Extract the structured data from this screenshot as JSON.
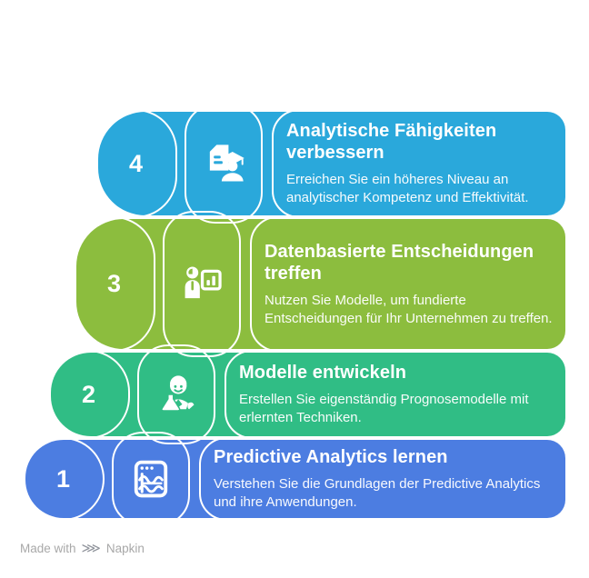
{
  "steps": [
    {
      "number": "4",
      "title": "Analytische Fähigkeiten verbessern",
      "description": "Erreichen Sie ein höheres Niveau an analytischer Kompetenz und Effektivität.",
      "color": "#2AA8DB",
      "icon": "education-document-icon"
    },
    {
      "number": "3",
      "title": "Datenbasierte Entscheidungen treffen",
      "description": "Nutzen Sie Modelle, um fundierte Entscheidungen für Ihr Unternehmen zu treffen.",
      "color": "#8CBD3E",
      "icon": "presenter-chart-icon"
    },
    {
      "number": "2",
      "title": "Modelle entwickeln",
      "description": "Erstellen Sie eigenständig Prognosemodelle mit erlernten Techniken.",
      "color": "#30BD85",
      "icon": "scientist-flask-icon"
    },
    {
      "number": "1",
      "title": "Predictive Analytics lernen",
      "description": "Verstehen Sie die Grundlagen der Predictive Analytics und ihre Anwendungen.",
      "color": "#4C7DE1",
      "icon": "analytics-window-icon"
    }
  ],
  "footer": {
    "made_with": "Made with",
    "logo_glyph": "⋙",
    "brand": "Napkin"
  }
}
